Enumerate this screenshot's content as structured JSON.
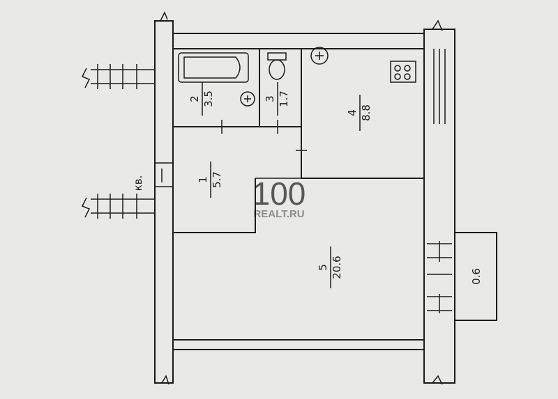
{
  "plan": {
    "apartment_label": "кв.",
    "rooms": [
      {
        "number": "1",
        "area": "5.7"
      },
      {
        "number": "2",
        "area": "3.5"
      },
      {
        "number": "3",
        "area": "1.7"
      },
      {
        "number": "4",
        "area": "8.8"
      },
      {
        "number": "5",
        "area": "20.6"
      }
    ],
    "balcony_area": "0.6"
  },
  "watermark": {
    "number": "100",
    "site": "REALT.RU",
    "color": "#c0392b"
  }
}
